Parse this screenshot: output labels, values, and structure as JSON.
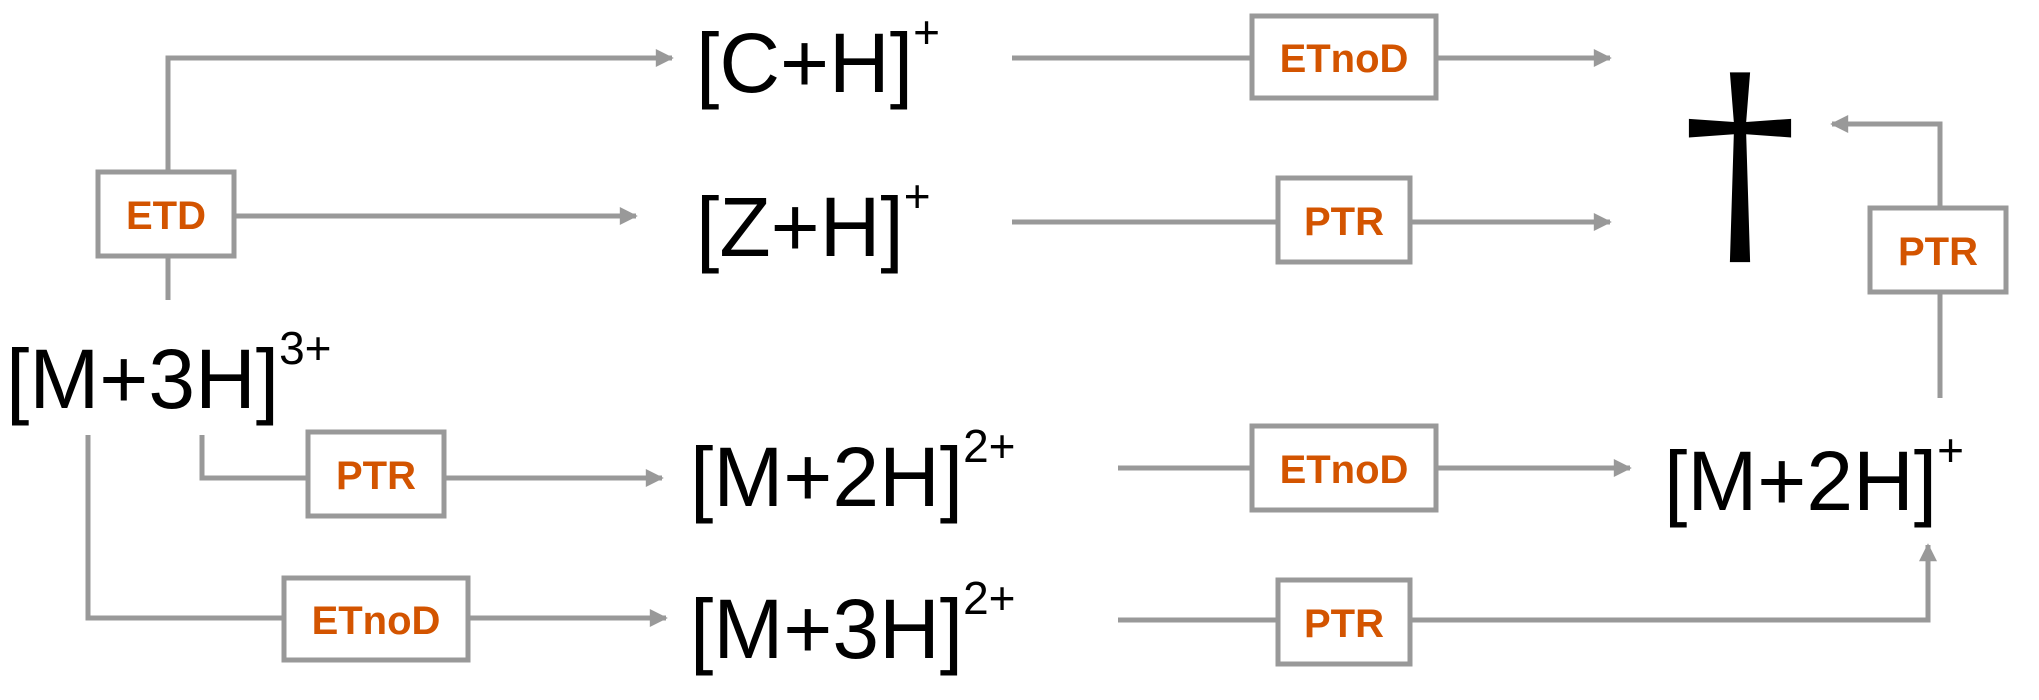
{
  "colors": {
    "arrow": "#999999",
    "box_border": "#999999",
    "box_text": "#d35400",
    "species_text": "#000000"
  },
  "species": {
    "m3h_3": {
      "main": "[M+3H]",
      "charge": "3+"
    },
    "ch": {
      "main": "[C+H]",
      "charge": "+"
    },
    "zh": {
      "main": "[Z+H]",
      "charge": "+"
    },
    "m2h_2": {
      "main": "[M+2H]",
      "charge": "2+"
    },
    "m3h_2": {
      "main": "[M+3H]",
      "charge": "2+"
    },
    "m2h_1": {
      "main": "[M+2H]",
      "charge": "+"
    },
    "dagger": {
      "main": "†"
    }
  },
  "reactions": {
    "etd": "ETD",
    "etnod_top": "ETnoD",
    "ptr_zh": "PTR",
    "ptr_m3h": "PTR",
    "etnod_m2h": "ETnoD",
    "etnod_bottom": "ETnoD",
    "ptr_bottom": "PTR",
    "ptr_right": "PTR"
  }
}
